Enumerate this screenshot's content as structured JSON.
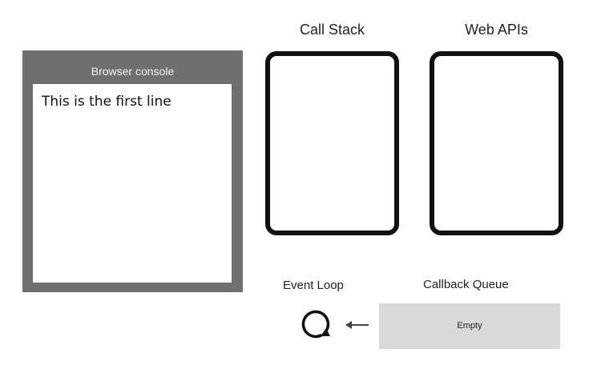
{
  "console": {
    "title": "Browser console",
    "lines": [
      "This is the first line"
    ]
  },
  "call_stack": {
    "title": "Call Stack"
  },
  "web_apis": {
    "title": "Web APIs"
  },
  "event_loop": {
    "label": "Event Loop",
    "icon": "refresh-loop-icon"
  },
  "callback_queue": {
    "label": "Callback Queue",
    "status": "Empty",
    "arrow_icon": "arrow-left-icon"
  },
  "colors": {
    "console_frame": "#6f6f6f",
    "panel_border": "#111111",
    "queue_background": "#d9d9d9"
  }
}
